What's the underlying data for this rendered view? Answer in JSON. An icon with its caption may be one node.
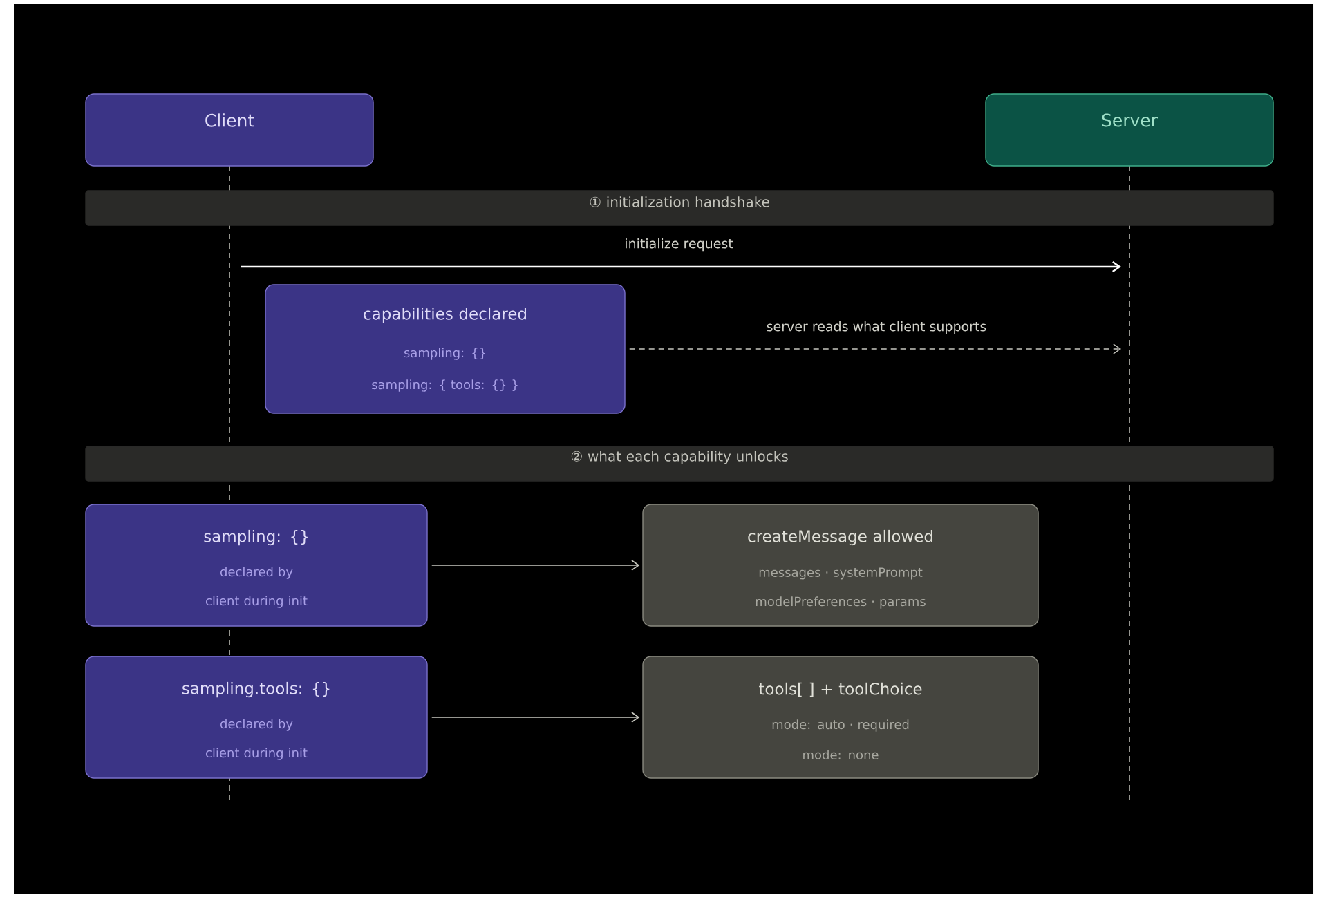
{
  "diagram": {
    "nodes": [
      {
        "text": [
          "Client"
        ]
      },
      {
        "text": [
          "Server"
        ]
      },
      {
        "text": [
          "① initialization handshake"
        ]
      },
      {
        "text": [
          "capabilities declared",
          "sampling: {}",
          "sampling: { tools: {} }"
        ]
      },
      {
        "text": [
          "② what each capability unlocks"
        ]
      },
      {
        "text": [
          "sampling: {}",
          "declared by client during init"
        ]
      },
      {
        "text": [
          "createMessage allowed",
          "messages · systemPrompt",
          "modelPreferences · params"
        ]
      },
      {
        "text": [
          "sampling.tools: {}",
          "declared by client during init"
        ]
      },
      {
        "text": [
          "tools[ ] + toolChoice",
          "mode: auto · required",
          "mode: none"
        ]
      }
    ],
    "edges": [
      {
        "from": 0,
        "to": 1,
        "arrow": "to",
        "label": "initialize request",
        "color": "#ffffff"
      },
      {
        "from": 3,
        "to": 1,
        "arrow": "to",
        "label": "server reads what client supports",
        "style": "dashed"
      },
      {
        "from": 5,
        "to": 6,
        "arrow": "to"
      },
      {
        "from": 7,
        "to": 8,
        "arrow": "to"
      }
    ]
  }
}
